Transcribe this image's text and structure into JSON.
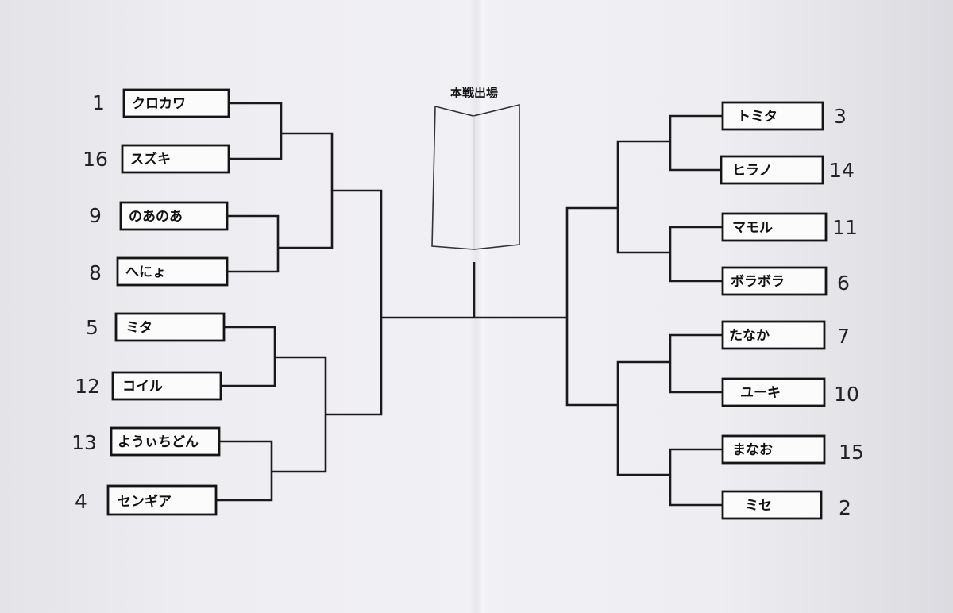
{
  "final": {
    "label": "本戦出場"
  },
  "left": [
    {
      "seed": "1",
      "name": "クロカワ"
    },
    {
      "seed": "16",
      "name": "スズキ"
    },
    {
      "seed": "9",
      "name": "のあのあ"
    },
    {
      "seed": "8",
      "name": "へにょ"
    },
    {
      "seed": "5",
      "name": "ミタ"
    },
    {
      "seed": "12",
      "name": "コイル"
    },
    {
      "seed": "13",
      "name": "ようぃちどん"
    },
    {
      "seed": "4",
      "name": "センギア"
    }
  ],
  "right": [
    {
      "seed": "3",
      "name": "トミタ"
    },
    {
      "seed": "14",
      "name": "ヒラノ"
    },
    {
      "seed": "11",
      "name": "マモル"
    },
    {
      "seed": "6",
      "name": "ボラボラ"
    },
    {
      "seed": "7",
      "name": "たなか"
    },
    {
      "seed": "10",
      "name": "ユーキ"
    },
    {
      "seed": "15",
      "name": "まなお"
    },
    {
      "seed": "2",
      "name": "ミセ"
    }
  ]
}
